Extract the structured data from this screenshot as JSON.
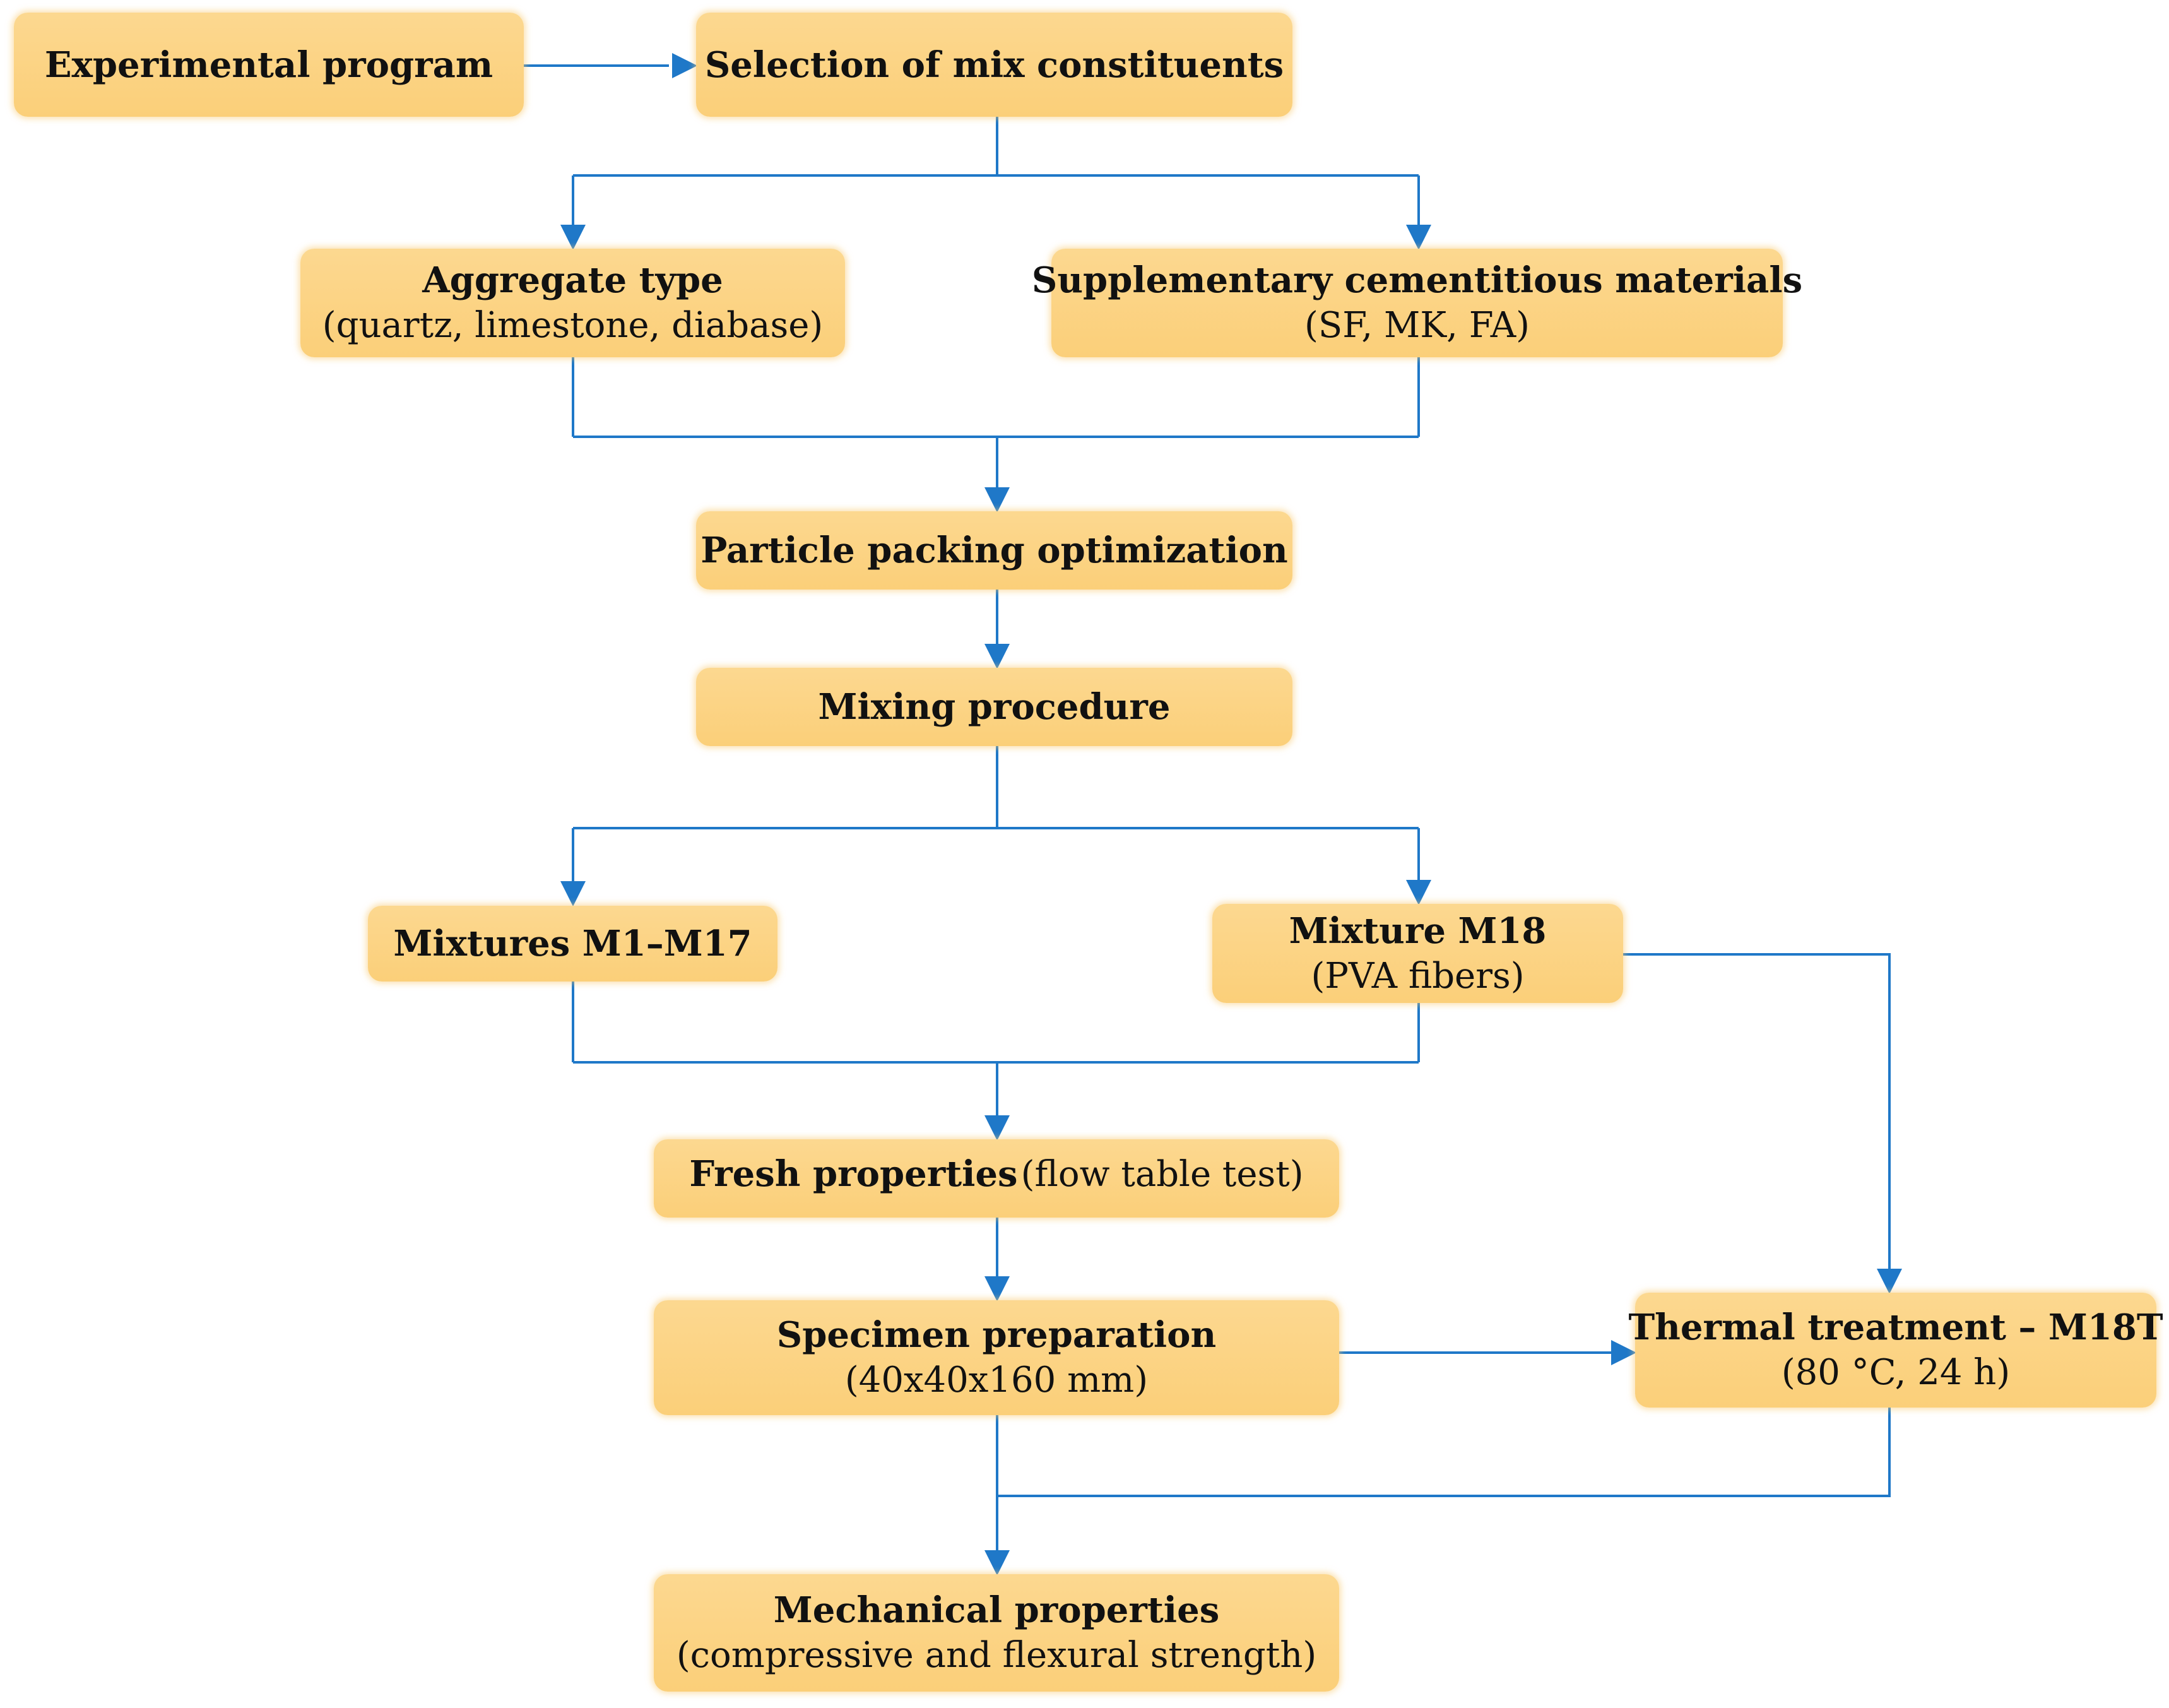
{
  "diagram": {
    "accent_color": "#1f78c8",
    "box_color": "#fbd07c",
    "nodes": {
      "experimental_program": {
        "title": "Experimental program"
      },
      "selection_mix": {
        "title": "Selection of mix constituents"
      },
      "aggregate_type": {
        "title": "Aggregate type",
        "subtitle": "(quartz, limestone, diabase)"
      },
      "scm": {
        "title": "Supplementary cementitious materials",
        "subtitle": "(SF, MK, FA)"
      },
      "particle_packing": {
        "title": "Particle packing optimization"
      },
      "mixing_procedure": {
        "title": "Mixing procedure"
      },
      "mixtures_m1_m17": {
        "title": "Mixtures M1–M17"
      },
      "mixture_m18": {
        "title": "Mixture M18",
        "subtitle": "(PVA fibers)"
      },
      "fresh_properties": {
        "title": "Fresh properties",
        "subtitle": "(flow table test)"
      },
      "specimen_preparation": {
        "title": "Specimen preparation",
        "subtitle": "(40x40x160 mm)"
      },
      "thermal_treatment": {
        "title": "Thermal treatment – M18T",
        "subtitle": "(80 °C, 24 h)"
      },
      "mechanical_properties": {
        "title": "Mechanical properties",
        "subtitle": "(compressive and flexural strength)"
      }
    }
  }
}
